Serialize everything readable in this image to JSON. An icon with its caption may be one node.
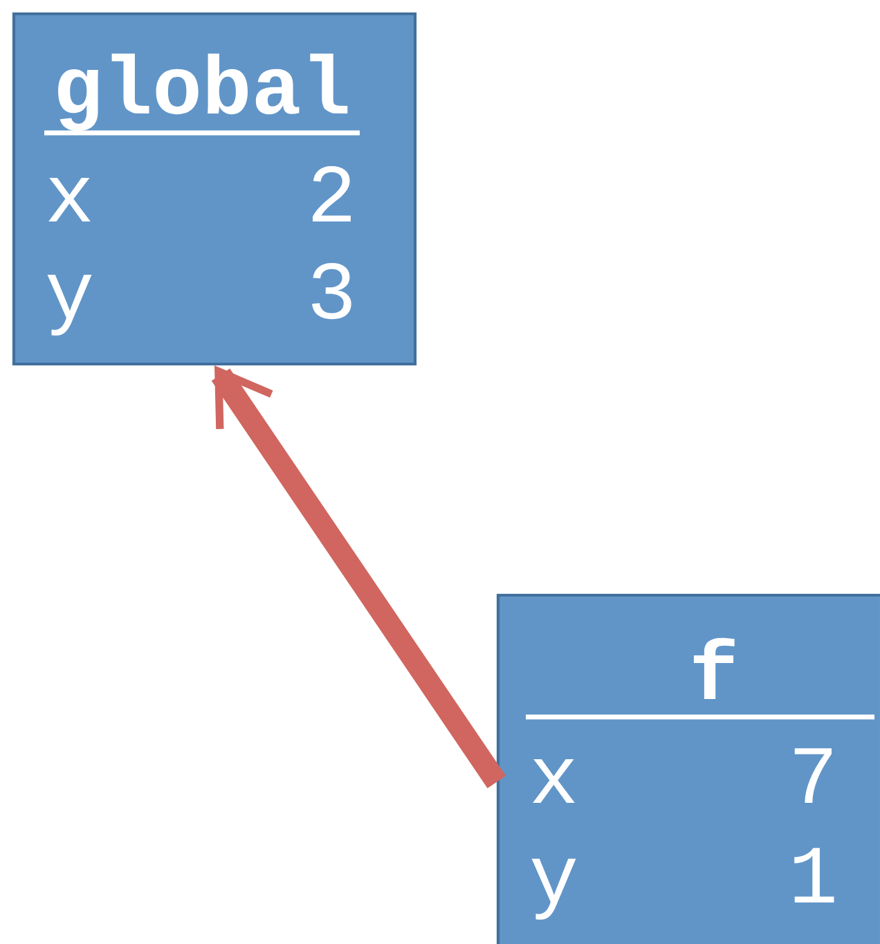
{
  "diagram": {
    "nodes": [
      {
        "text": [
          "global",
          "x",
          "2",
          "y",
          "3"
        ]
      },
      {
        "text": [
          "f",
          "x",
          "7",
          "y",
          "1"
        ]
      }
    ],
    "edges": [
      {
        "from": 1,
        "to": 0,
        "arrow": "to",
        "color": "#d0665f"
      }
    ]
  }
}
